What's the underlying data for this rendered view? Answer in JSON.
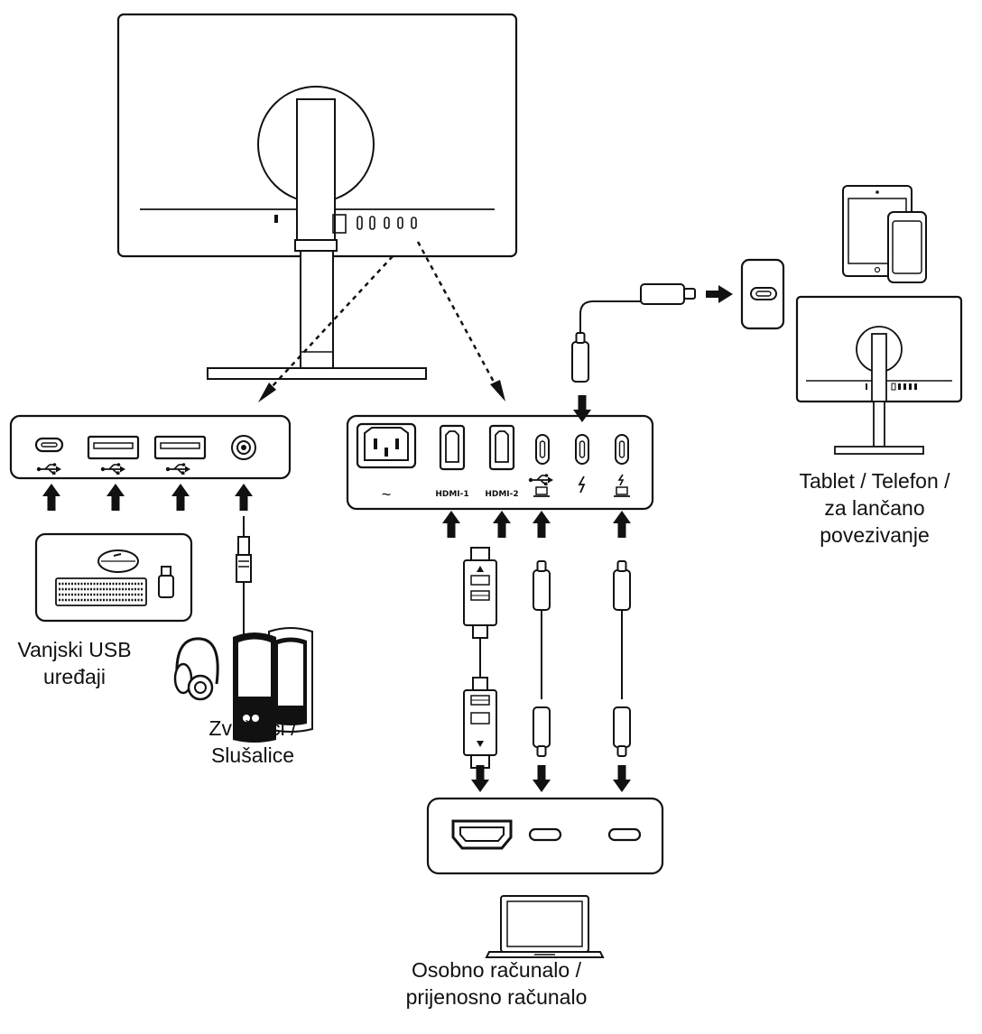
{
  "labels": {
    "usb_devices": [
      "Vanjski USB",
      "uređaji"
    ],
    "speakers_headphones": [
      "Zvučnici /",
      "Slušalice"
    ],
    "tablet_phone": [
      "Tablet / Telefon /",
      "za lančano",
      "povezivanje"
    ],
    "computer": [
      "Osobno računalo /",
      "prijenosno računalo"
    ]
  },
  "port_labels": {
    "power": "~",
    "hdmi1": "HDMI-1",
    "hdmi2": "HDMI-2"
  },
  "icons": [
    "usb-icon",
    "thunderbolt-icon",
    "laptop-icon",
    "headphone-jack-icon",
    "power-socket-icon",
    "hdmi-port-icon",
    "usb-c-port-icon",
    "keyboard-icon",
    "mouse-icon",
    "usb-stick-icon",
    "headphones-icon",
    "speakers-icon",
    "tablet-icon",
    "phone-icon",
    "laptop-computer-icon",
    "monitor-icon"
  ]
}
